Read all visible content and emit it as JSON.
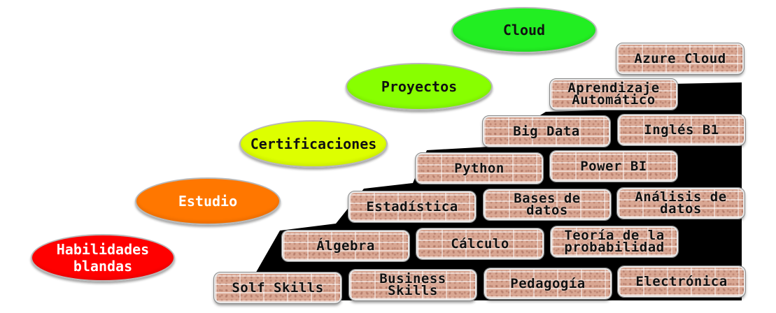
{
  "colors": {
    "cloud": "#22ee22",
    "proyectos": "#88ff00",
    "certificaciones": "#ddff00",
    "estudio": "#ff7700",
    "habilidades": "#ff0000",
    "brick": "#d9a793",
    "shadow": "#000000"
  },
  "levels": {
    "cloud": "Cloud",
    "proyectos": "Proyectos",
    "certificaciones": "Certificaciones",
    "estudio": "Estudio",
    "habilidades": {
      "line1": "Habilidades",
      "line2": "blandas"
    }
  },
  "bricks": {
    "azure_cloud": "Azure Cloud",
    "aprendizaje": {
      "line1": "Aprendizaje",
      "line2": "Automático"
    },
    "big_data": "Big Data",
    "ingles": "Inglés B1",
    "python": "Python",
    "power_bi": "Power BI",
    "estadistica": "Estadística",
    "bases": {
      "line1": "Bases de",
      "line2": "datos"
    },
    "analisis": {
      "line1": "Análisis de",
      "line2": "datos"
    },
    "algebra": "Álgebra",
    "calculo": "Cálculo",
    "teoria": {
      "line1": "Teoría de la",
      "line2": "probabilidad"
    },
    "solf_skills": "Solf Skills",
    "business": {
      "line1": "Business",
      "line2": "Skills"
    },
    "pedagogia": "Pedagogía",
    "electronica": "Electrónica"
  }
}
